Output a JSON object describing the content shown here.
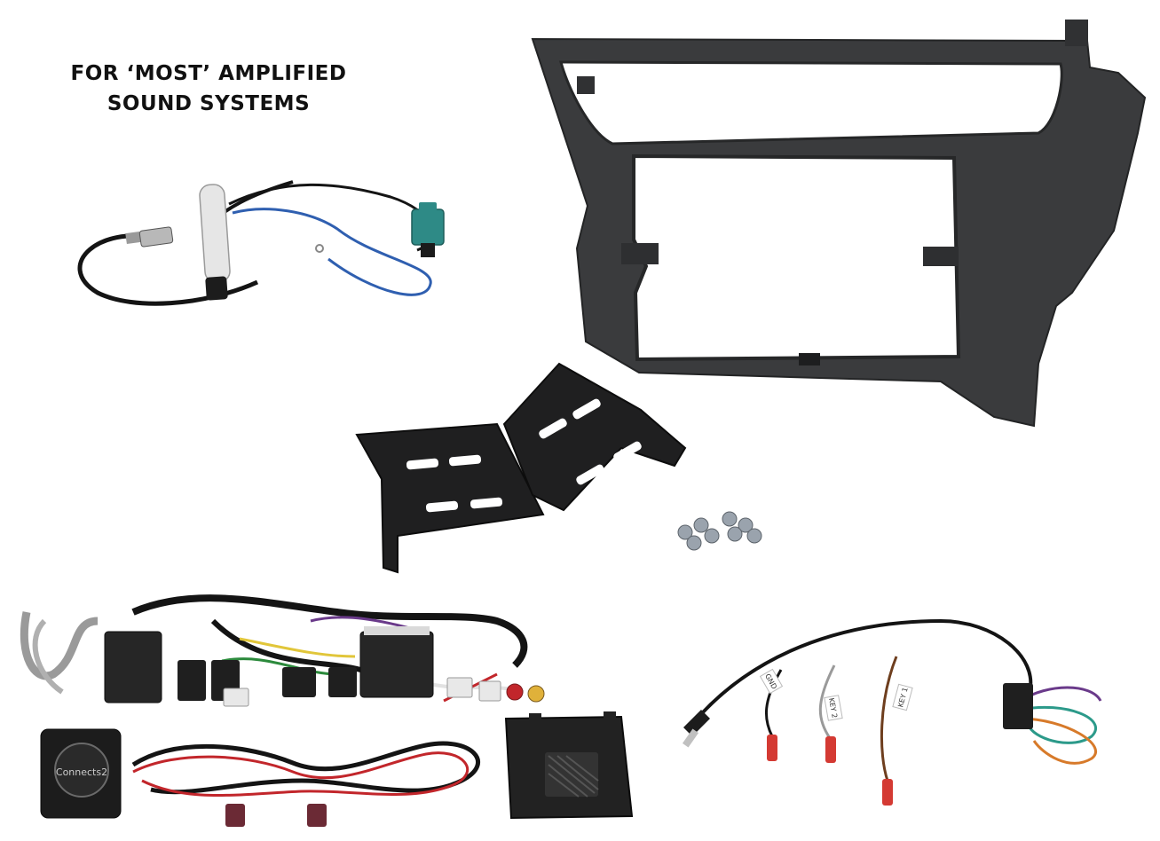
{
  "caption": {
    "line1": "FOR ‘MOST’ AMPLIFIED",
    "line2": "SOUND SYSTEMS"
  },
  "labels": {
    "gnd": "GND",
    "key2": "KEY 2",
    "key1": "KEY 1",
    "module_logo": "Connects2"
  },
  "colors": {
    "fascia": "#3a3b3d",
    "bracket": "#1f1f20",
    "wire_black": "#141414",
    "wire_blue": "#2f5fb0",
    "wire_red": "#c2262b",
    "connector_teal": "#2e8a86",
    "connector_maroon": "#6b2a35",
    "fakra_red": "#d43a33"
  }
}
